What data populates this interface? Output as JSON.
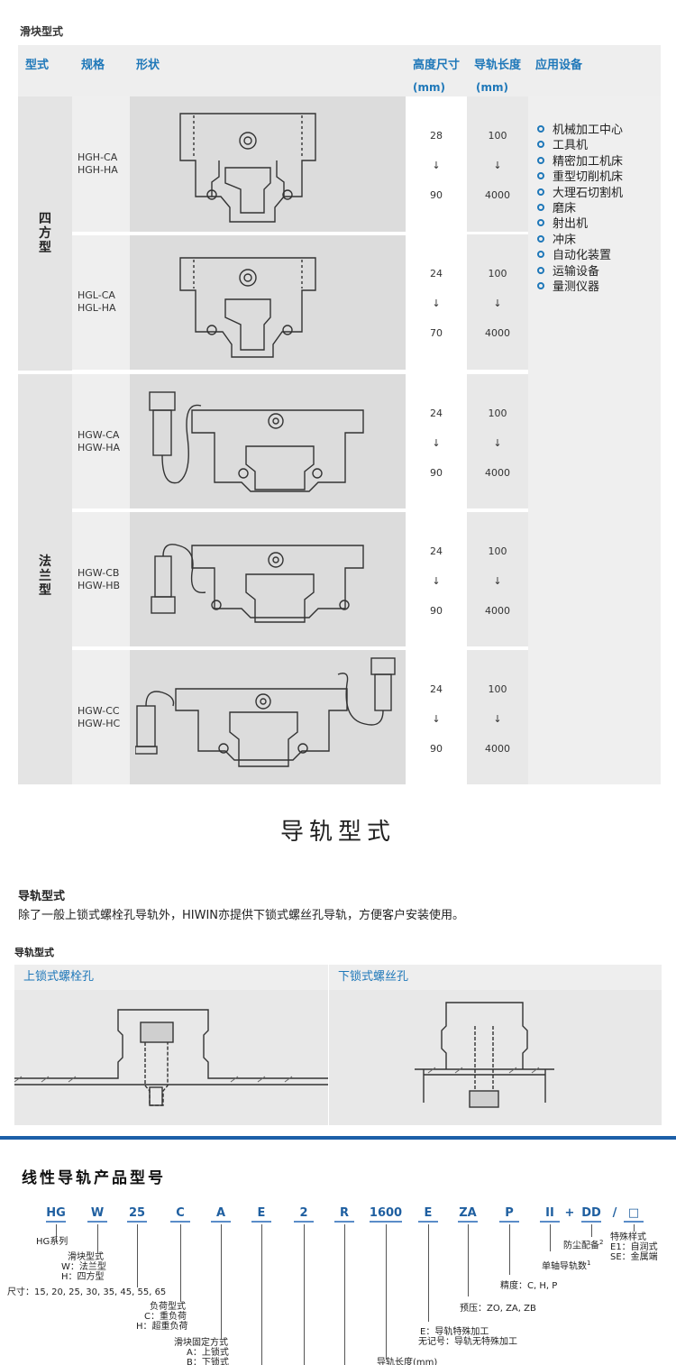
{
  "slider_section": {
    "title": "滑块型式",
    "headers": {
      "type": "型式",
      "spec": "规格",
      "shape": "形状",
      "height": "高度尺寸",
      "height_unit": "(mm)",
      "length": "导轨长度",
      "length_unit": "(mm)",
      "apps": "应用设备"
    },
    "groups": [
      {
        "label": "四方型"
      },
      {
        "label": "法兰型"
      }
    ],
    "rows": [
      {
        "spec": "HGH-CA\nHGH-HA",
        "h_min": "28",
        "h_arrow": "↓",
        "h_max": "90",
        "l_min": "100",
        "l_arrow": "↓",
        "l_max": "4000"
      },
      {
        "spec": "HGL-CA\nHGL-HA",
        "h_min": "24",
        "h_arrow": "↓",
        "h_max": "70",
        "l_min": "100",
        "l_arrow": "↓",
        "l_max": "4000"
      },
      {
        "spec": "HGW-CA\nHGW-HA",
        "h_min": "24",
        "h_arrow": "↓",
        "h_max": "90",
        "l_min": "100",
        "l_arrow": "↓",
        "l_max": "4000"
      },
      {
        "spec": "HGW-CB\nHGW-HB",
        "h_min": "24",
        "h_arrow": "↓",
        "h_max": "90",
        "l_min": "100",
        "l_arrow": "↓",
        "l_max": "4000"
      },
      {
        "spec": "HGW-CC\nHGW-HC",
        "h_min": "24",
        "h_arrow": "↓",
        "h_max": "90",
        "l_min": "100",
        "l_arrow": "↓",
        "l_max": "4000"
      }
    ],
    "applications": [
      "机械加工中心",
      "工具机",
      "精密加工机床",
      "重型切削机床",
      "大理石切割机",
      "磨床",
      "射出机",
      "冲床",
      "自动化装置",
      "运输设备",
      "量测仪器"
    ]
  },
  "rail_section": {
    "heading": "导轨型式",
    "subtitle": "导轨型式",
    "description": "除了一般上锁式螺栓孔导轨外，HIWIN亦提供下锁式螺丝孔导轨，方便客户安装使用。",
    "type_title": "导轨型式",
    "types": [
      "上锁式螺栓孔",
      "下锁式螺丝孔"
    ]
  },
  "part_number": {
    "title": "线性导轨产品型号",
    "codes": [
      "HG",
      "W",
      "25",
      "C",
      "A",
      "E",
      "2",
      "R",
      "1600",
      "E",
      "ZA",
      "P",
      "II",
      "+",
      "DD",
      "/",
      "□"
    ],
    "labels": {
      "series": "HG系列",
      "slider_type": "滑块型式",
      "slider_w": "W：法兰型",
      "slider_h": "H：四方型",
      "size": "尺寸：15, 20, 25, 30, 35, 45, 55, 65",
      "load_type": "负荷型式",
      "load_c": "C：重负荷",
      "load_h": "H：超重负荷",
      "fix_type": "滑块固定方式",
      "fix_a": "A：上锁式",
      "fix_b": "B：下锁式",
      "rail_length": "导轨长度(mm)",
      "rail_special": "E：导轨特殊加工",
      "rail_none": "无记号：导轨无特殊加工",
      "preload": "预压：ZO, ZA, ZB",
      "precision": "精度：C, H, P",
      "rails_per_axis": "单轴导轨数",
      "rails_sup": "1",
      "dust": "防尘配备",
      "dust_sup": "2",
      "special": "特殊样式",
      "special_e1": "E1：自润式",
      "special_se": "SE：金属端"
    }
  }
}
